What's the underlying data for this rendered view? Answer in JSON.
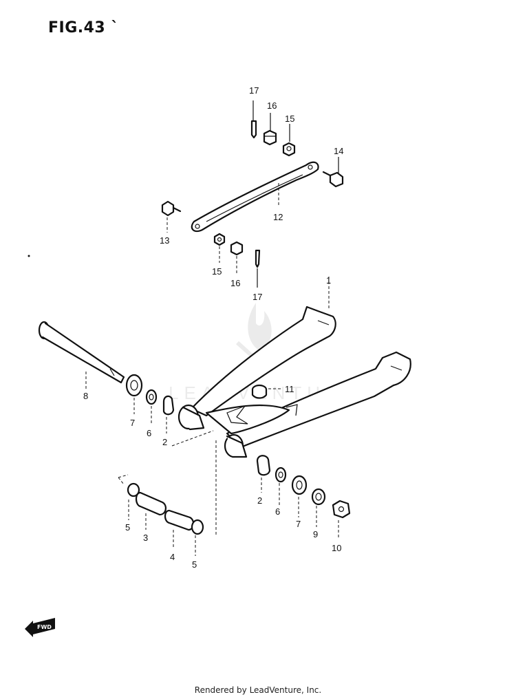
{
  "figure": {
    "title": "FIG.43 `"
  },
  "callouts": [
    {
      "id": "c17a",
      "text": "17"
    },
    {
      "id": "c16a",
      "text": "16"
    },
    {
      "id": "c15a",
      "text": "15"
    },
    {
      "id": "c14",
      "text": "14"
    },
    {
      "id": "c12",
      "text": "12"
    },
    {
      "id": "c13",
      "text": "13"
    },
    {
      "id": "c15b",
      "text": "15"
    },
    {
      "id": "c16b",
      "text": "16"
    },
    {
      "id": "c17b",
      "text": "17"
    },
    {
      "id": "c1",
      "text": "1"
    },
    {
      "id": "c8",
      "text": "8"
    },
    {
      "id": "c11",
      "text": "11"
    },
    {
      "id": "c7a",
      "text": "7"
    },
    {
      "id": "c6a",
      "text": "6"
    },
    {
      "id": "c2a",
      "text": "2"
    },
    {
      "id": "c2b",
      "text": "2"
    },
    {
      "id": "c6b",
      "text": "6"
    },
    {
      "id": "c7b",
      "text": "7"
    },
    {
      "id": "c9",
      "text": "9"
    },
    {
      "id": "c10",
      "text": "10"
    },
    {
      "id": "c5a",
      "text": "5"
    },
    {
      "id": "c3",
      "text": "3"
    },
    {
      "id": "c4",
      "text": "4"
    },
    {
      "id": "c5b",
      "text": "5"
    }
  ],
  "fwd_badge": {
    "text": "FWD"
  },
  "watermark": {
    "text": "LEADVENTURE"
  },
  "footer": {
    "text": "Rendered by LeadVenture, Inc."
  }
}
